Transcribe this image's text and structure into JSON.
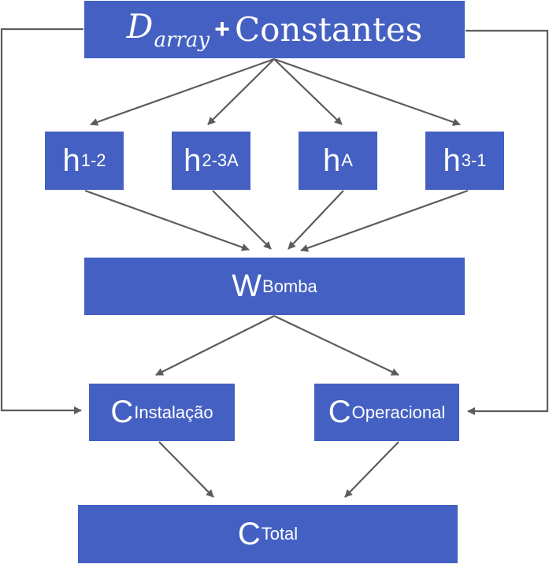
{
  "diagram": {
    "top": {
      "symbol": "D",
      "subscript": "array",
      "operator": "+",
      "text": "Constantes"
    },
    "h_nodes": [
      {
        "symbol": "h",
        "subscript": "1-2"
      },
      {
        "symbol": "h",
        "subscript": "2-3A"
      },
      {
        "symbol": "h",
        "subscript": "A"
      },
      {
        "symbol": "h",
        "subscript": "3-1"
      }
    ],
    "pump": {
      "symbol": "W",
      "subscript": "Bomba"
    },
    "installation": {
      "symbol": "C",
      "subscript": "Instalação"
    },
    "operational": {
      "symbol": "C",
      "subscript": "Operacional"
    },
    "total": {
      "symbol": "C",
      "subscript": "Total"
    }
  },
  "colors": {
    "box": "#4460c2",
    "text": "#ffffff",
    "arrow": "#5c5c5c"
  }
}
